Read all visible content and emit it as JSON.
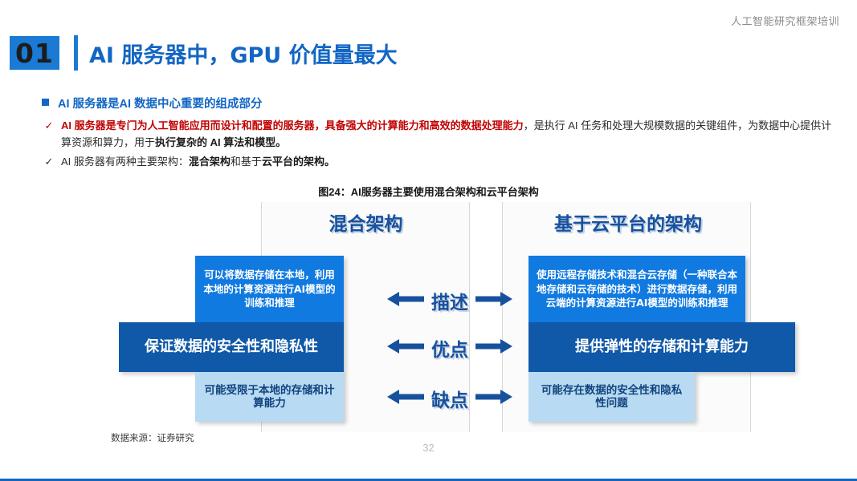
{
  "header": {
    "running_head": "人工智能研究框架培训",
    "section_number": "01",
    "title": "AI 服务器中，GPU 价值量最大"
  },
  "bullets": {
    "level1": "AI 服务器是AI 数据中心重要的组成部分",
    "items": [
      {
        "marker": "✓",
        "marker_color": "#c00000",
        "segments": [
          {
            "text": "AI 服务器是专门为人工智能应用而设计和配置的服务器，具备强大的计算能力和高效的数据处理能力",
            "style": "red-bold"
          },
          {
            "text": "，是执行 AI 任务和处理大规模数据的关键组件，为数据中心提供计算资源和算力，用于",
            "style": "plain"
          },
          {
            "text": "执行复杂的 AI 算法和模型。",
            "style": "bold"
          }
        ]
      },
      {
        "marker": "✓",
        "marker_color": "#333333",
        "segments": [
          {
            "text": "AI 服务器有两种主要架构：",
            "style": "plain"
          },
          {
            "text": "混合架构",
            "style": "bold"
          },
          {
            "text": "和基于",
            "style": "plain"
          },
          {
            "text": "云平台的架构。",
            "style": "bold"
          }
        ]
      }
    ]
  },
  "figure": {
    "caption": "图24：AI服务器主要使用混合架构和云平台架构",
    "columns": {
      "left_title": "混合架构",
      "right_title": "基于云平台的架构"
    },
    "rows": [
      {
        "label": "描述",
        "left": "可以将数据存储在本地，利用本地的计算资源进行AI模型的训练和推理",
        "right": "使用远程存储技术和混合云存储（一种联合本地存储和云存储的技术）进行数据存储，利用云端的计算资源进行AI模型的训练和推理"
      },
      {
        "label": "优点",
        "left": "保证数据的安全性和隐私性",
        "right": "提供弹性的存储和计算能力"
      },
      {
        "label": "缺点",
        "left": "可能受限于本地的存储和计算能力",
        "right": "可能存在数据的安全性和隐私性问题"
      }
    ],
    "arrow_left_icon": "arrow-left-icon",
    "arrow_right_icon": "arrow-right-icon"
  },
  "footer": {
    "source": "数据来源：证券研究",
    "page_number": "32"
  },
  "colors": {
    "brand_blue": "#1266c4",
    "badge_blue": "#1a7ad4",
    "desc_card": "#117ae0",
    "pro_card": "#1059a8",
    "con_card": "#b9daf3",
    "heading_navy": "#17519e",
    "accent_red": "#c00000"
  }
}
